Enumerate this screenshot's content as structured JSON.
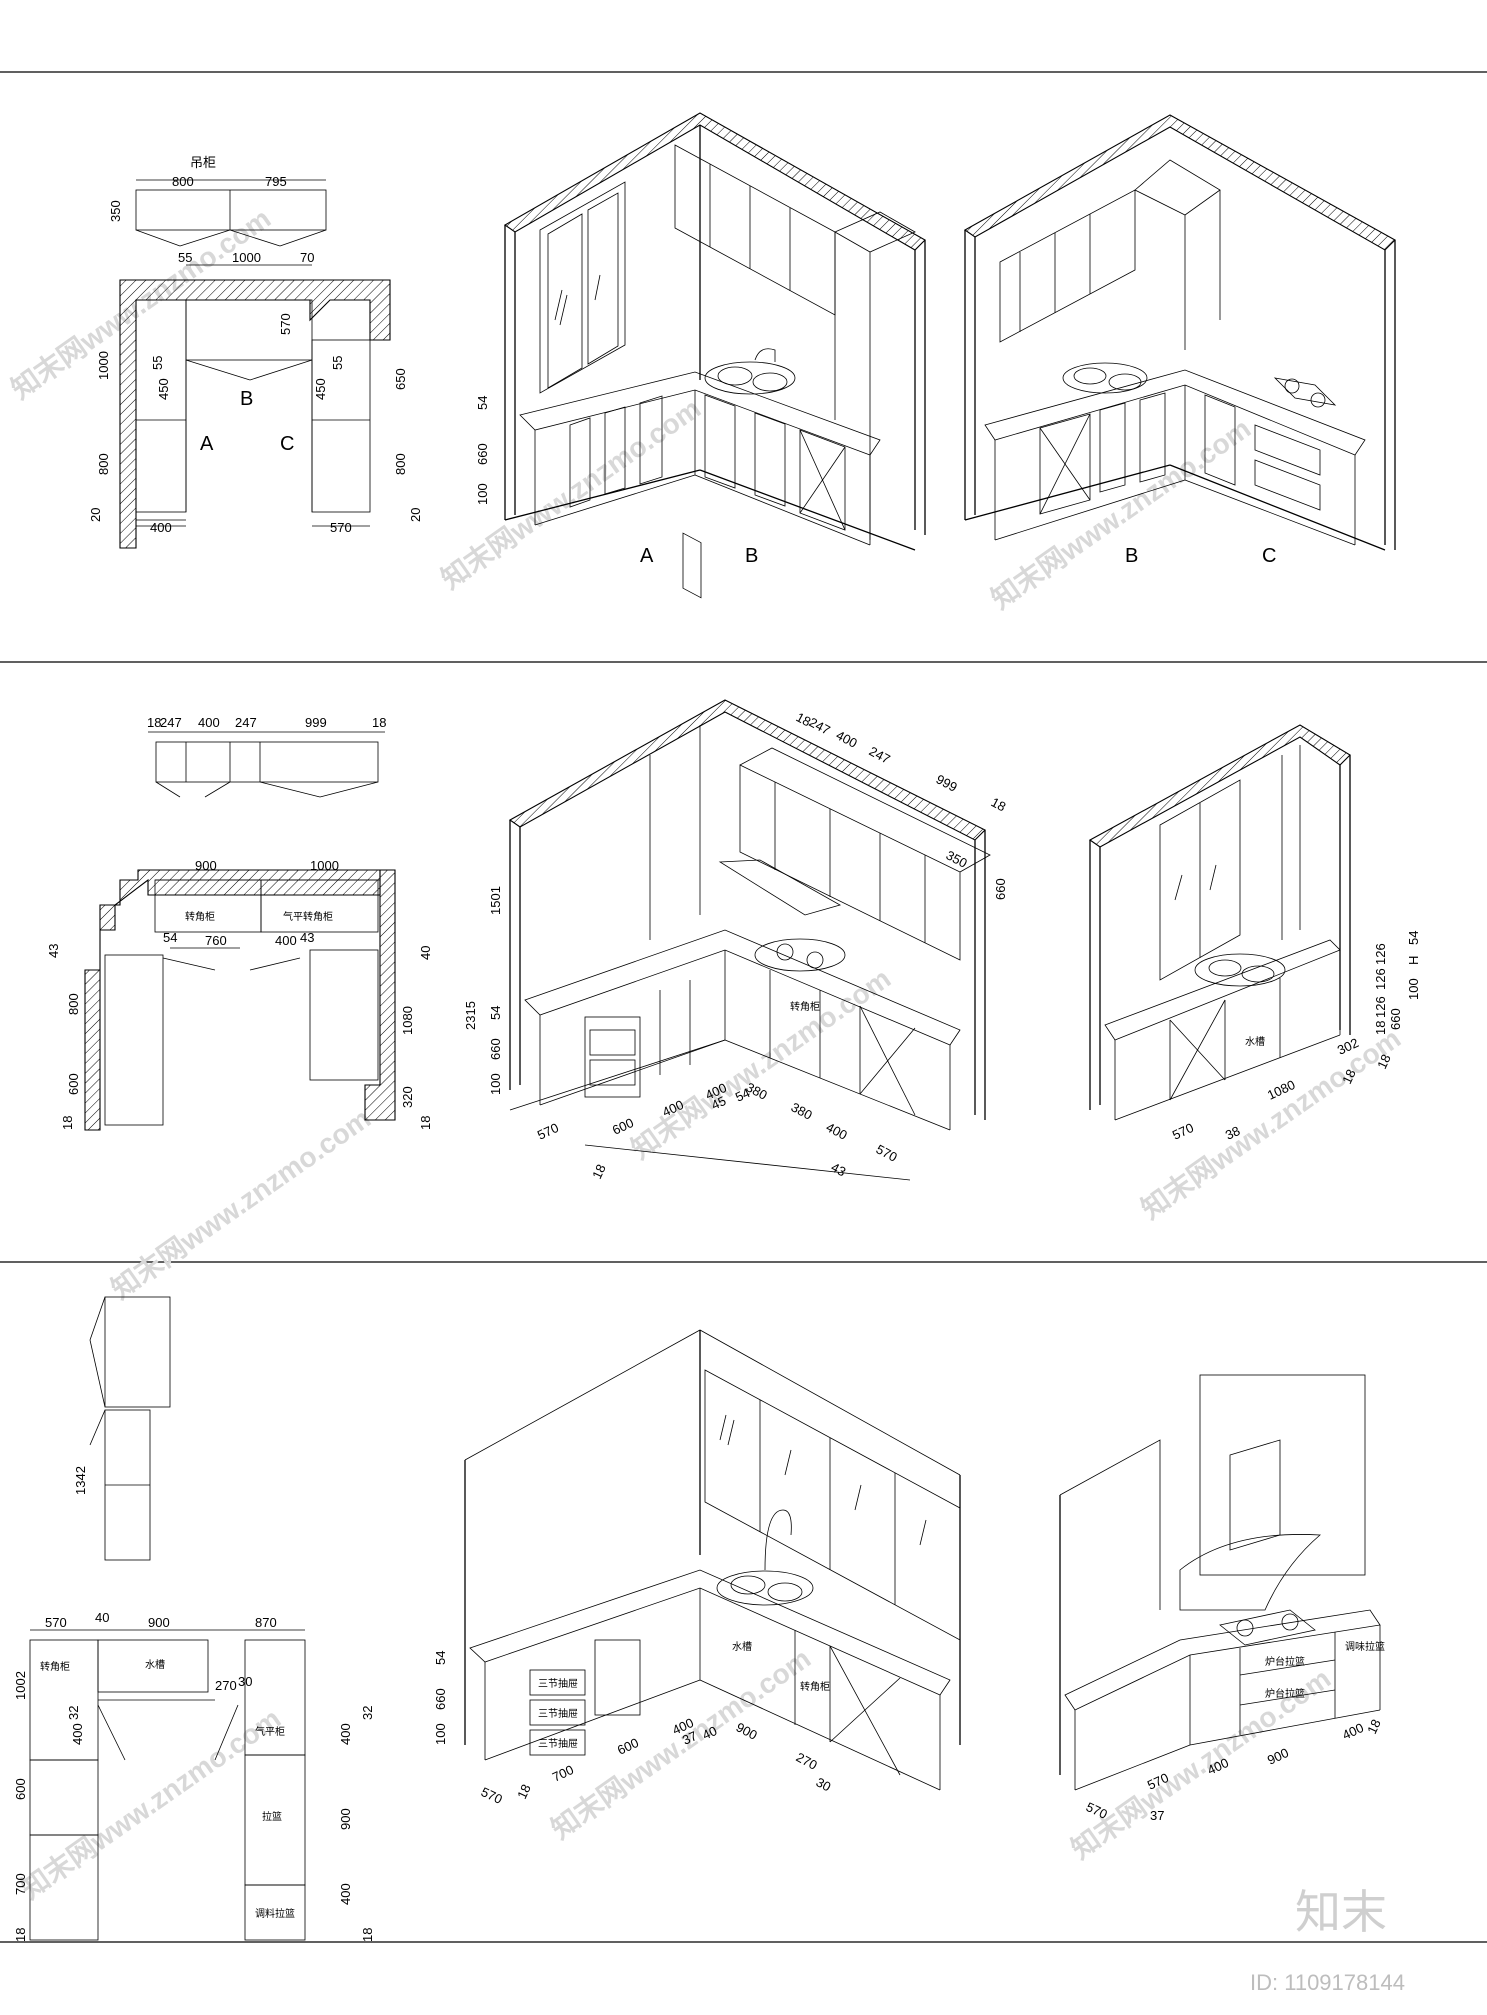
{
  "watermarks": [
    "知末网www.znzmo.com"
  ],
  "brand": {
    "logo_text": "知末",
    "id_label": "ID: 1109178144"
  },
  "panel1": {
    "plan_dims": {
      "top_cabinet_label": "吊柜",
      "top_widths": [
        "800",
        "795"
      ],
      "top_depth": "350",
      "upper_widths": [
        "55",
        "1000",
        "70"
      ],
      "left_heights": [
        "1000",
        "800",
        "20"
      ],
      "left_inner": [
        "55",
        "450"
      ],
      "right_inner": [
        "570",
        "55",
        "450"
      ],
      "right_heights": [
        "650",
        "800",
        "20"
      ],
      "bottom_widths": [
        "400",
        "570"
      ],
      "zone_labels": [
        "A",
        "B",
        "C"
      ]
    },
    "iso_dims": [
      "54",
      "660",
      "100"
    ],
    "iso_labels_1": [
      "A",
      "B"
    ],
    "iso_labels_2": [
      "B",
      "C"
    ]
  },
  "panel2": {
    "top_widths": [
      "18",
      "247",
      "400",
      "247",
      "999",
      "18"
    ],
    "plan_top": [
      "900",
      "1000"
    ],
    "plan_labels": [
      "转角柜",
      "气平转角柜"
    ],
    "plan_mid": [
      "54",
      "760",
      "400",
      "43"
    ],
    "plan_left": [
      "43",
      "800",
      "600",
      "18"
    ],
    "plan_right": [
      "40",
      "1080",
      "320",
      "18"
    ],
    "iso_height_dims": [
      "2315",
      "1501",
      "54",
      "660",
      "100"
    ],
    "iso_top_dims": [
      "18",
      "247",
      "400",
      "247",
      "999",
      "18",
      "350",
      "660"
    ],
    "iso_bottom_dims": [
      "570",
      "600",
      "400",
      "400",
      "45",
      "54",
      "380",
      "380",
      "400",
      "570",
      "18",
      "43"
    ],
    "iso_cabinet_label": "转角柜",
    "right_dims": [
      "54",
      "H",
      "126",
      "126",
      "126",
      "18",
      "100",
      "660",
      "302",
      "18",
      "18",
      "1080",
      "570",
      "38"
    ],
    "right_label": "水槽"
  },
  "panel3": {
    "tall_dim": "1342",
    "plan_top": [
      "570",
      "40",
      "900",
      "870"
    ],
    "plan_left": [
      "1002",
      "32",
      "400",
      "600",
      "700",
      "18"
    ],
    "plan_right": [
      "32",
      "400",
      "900",
      "400",
      "18"
    ],
    "plan_mid": [
      "270",
      "30"
    ],
    "plan_labels": [
      "转角柜",
      "水槽",
      "气平柜",
      "拉篮",
      "调料拉篮"
    ],
    "iso_left_dims": [
      "54",
      "660",
      "100"
    ],
    "iso_bottom_dims": [
      "570",
      "18",
      "700",
      "600",
      "400",
      "37",
      "40",
      "900",
      "270",
      "30"
    ],
    "iso_labels": [
      "三节抽屉",
      "三节抽屉",
      "三节抽屉",
      "水槽",
      "转角柜"
    ],
    "right_bottom_dims": [
      "570",
      "570",
      "37",
      "400",
      "900",
      "400",
      "18"
    ],
    "right_labels": [
      "炉台拉篮",
      "炉台拉篮",
      "调味拉篮"
    ]
  }
}
